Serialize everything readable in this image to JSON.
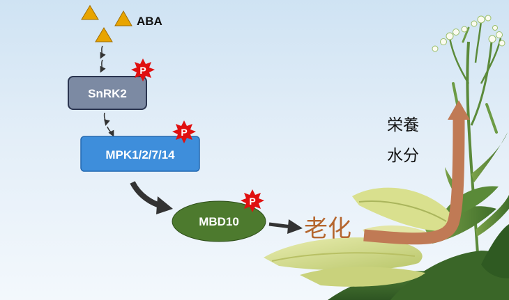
{
  "signal": {
    "label": "ABA"
  },
  "phospho_label": "P",
  "nodes": {
    "snrk2": "SnRK2",
    "mpk": "MPK1/2/7/14",
    "mbd10": "MBD10"
  },
  "outcome": {
    "senescence": "老化"
  },
  "transport": {
    "line1": "栄養",
    "line2": "水分"
  },
  "colors": {
    "aba_triangle": "#e8a400",
    "snrk2_box": "#7c8aa3",
    "mpk_box": "#3e8edb",
    "mbd10_ellipse": "#4d7a2e",
    "phospho_star": "#e01010",
    "senescence_text": "#b5662e",
    "transport_arrow": "#c07a55"
  }
}
